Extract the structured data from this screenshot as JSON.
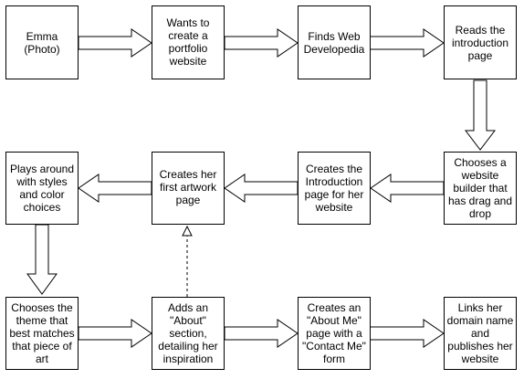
{
  "flowchart": {
    "row1": [
      {
        "id": "emma",
        "text": "Emma\n(Photo)"
      },
      {
        "id": "wants",
        "text": "Wants to\ncreate a\nportfolio\nwebsite"
      },
      {
        "id": "finds",
        "text": "Finds Web\nDevelopedia"
      },
      {
        "id": "reads",
        "text": "Reads the\nintroduction\npage"
      }
    ],
    "row2": [
      {
        "id": "plays",
        "text": "Plays around\nwith styles\nand color\nchoices"
      },
      {
        "id": "artwork",
        "text": "Creates her\nfirst artwork\npage"
      },
      {
        "id": "intro",
        "text": "Creates the\nIntroduction\npage for her\nwebsite"
      },
      {
        "id": "builder",
        "text": "Chooses a\nwebsite\nbuilder that\nhas drag and\ndrop"
      }
    ],
    "row3": [
      {
        "id": "theme",
        "text": "Chooses the\ntheme that\nbest matches\nthat piece of\nart"
      },
      {
        "id": "about",
        "text": "Adds an\n\"About\"\nsection,\ndetailing her\ninspiration"
      },
      {
        "id": "aboutme",
        "text": "Creates an\n\"About Me\"\npage with a\n\"Contact Me\"\nform"
      },
      {
        "id": "publish",
        "text": "Links her\ndomain name\nand\npublishes her\nwebsite"
      }
    ]
  }
}
